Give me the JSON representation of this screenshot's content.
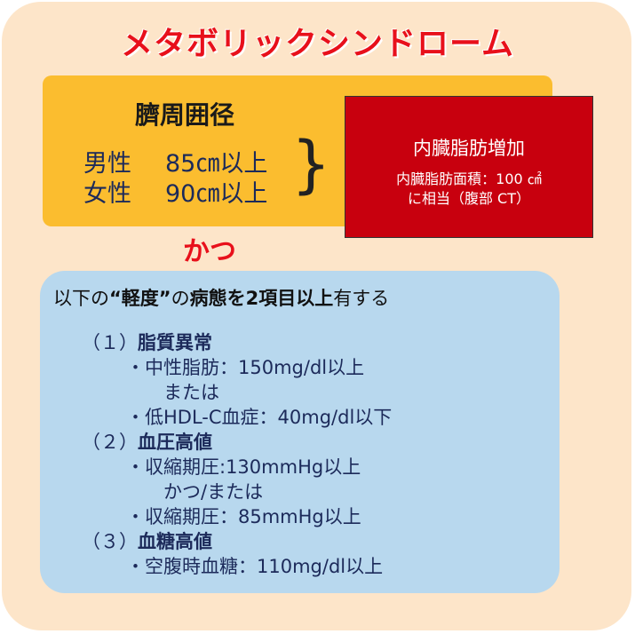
{
  "title": "メタボリックシンドローム",
  "waist": {
    "title": "臍周囲径",
    "rows": [
      {
        "sex": "男性",
        "value": "85㎝以上"
      },
      {
        "sex": "女性",
        "value": "90㎝以上"
      }
    ]
  },
  "visceral": {
    "title": "内臓脂肪増加",
    "line1": "内臓脂肪面積：100 ㎠",
    "line2": "に相当（腹部 CT）"
  },
  "connector": "かつ",
  "criteria": {
    "lead": {
      "a": "以下の",
      "b": "“軽度”",
      "c": "の",
      "d": "病態を2項目以上",
      "e": "有する"
    },
    "sections": [
      {
        "num": "（１）",
        "name": "脂質異常",
        "items": [
          "・中性脂肪：150mg/dl以上",
          "または",
          "・低HDL-C血症：40mg/dl以下"
        ]
      },
      {
        "num": "（２）",
        "name": "血圧高値",
        "items": [
          "・収縮期圧:130mmHg以上",
          "かつ/または",
          "・収縮期圧：85mmHg以上"
        ]
      },
      {
        "num": "（３）",
        "name": "血糖高値",
        "items": [
          "・空腹時血糖：110mg/dl以上"
        ]
      }
    ]
  }
}
